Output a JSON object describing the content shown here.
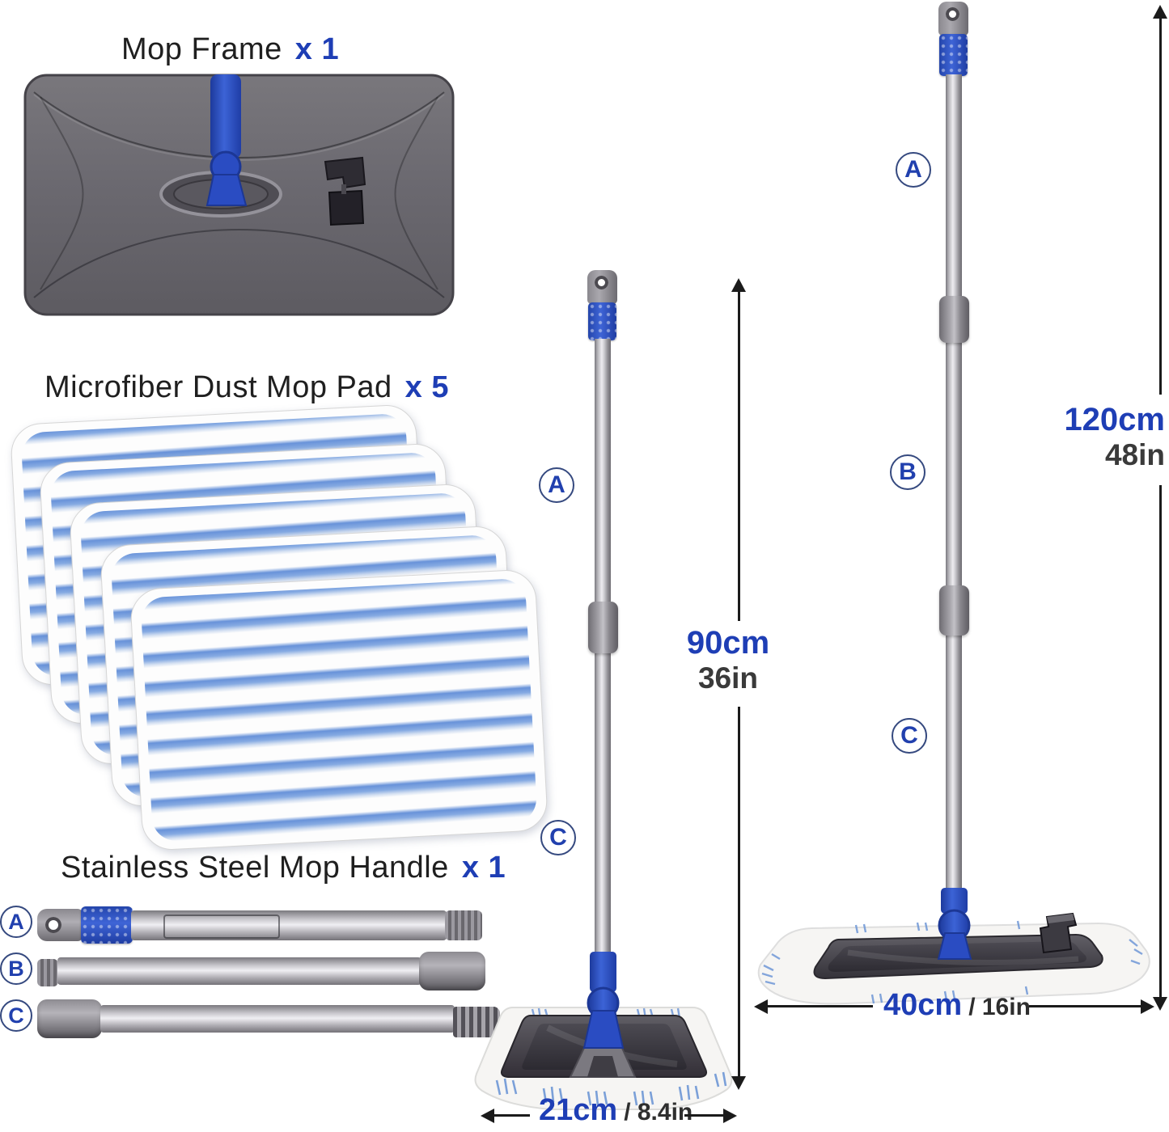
{
  "colors": {
    "accent_blue": "#1e3eb5",
    "measure_gray": "#3a3a3a",
    "line_black": "#1b1b1b"
  },
  "titles": {
    "frame": "Mop Frame",
    "frame_count": "x 1",
    "pads": "Microfiber Dust Mop Pad",
    "pads_count": "x 5",
    "handle": "Stainless Steel Mop Handle",
    "handle_count": "x 1"
  },
  "letters": {
    "a": "A",
    "b": "B",
    "c": "C"
  },
  "dimensions": {
    "short_height_cm": "90cm",
    "short_height_in": "36in",
    "short_width_cm": "21cm",
    "short_width_in": "/ 8.4in",
    "tall_height_cm": "120cm",
    "tall_height_in": "48in",
    "tall_width_cm": "40cm",
    "tall_width_in": "/ 16in"
  }
}
